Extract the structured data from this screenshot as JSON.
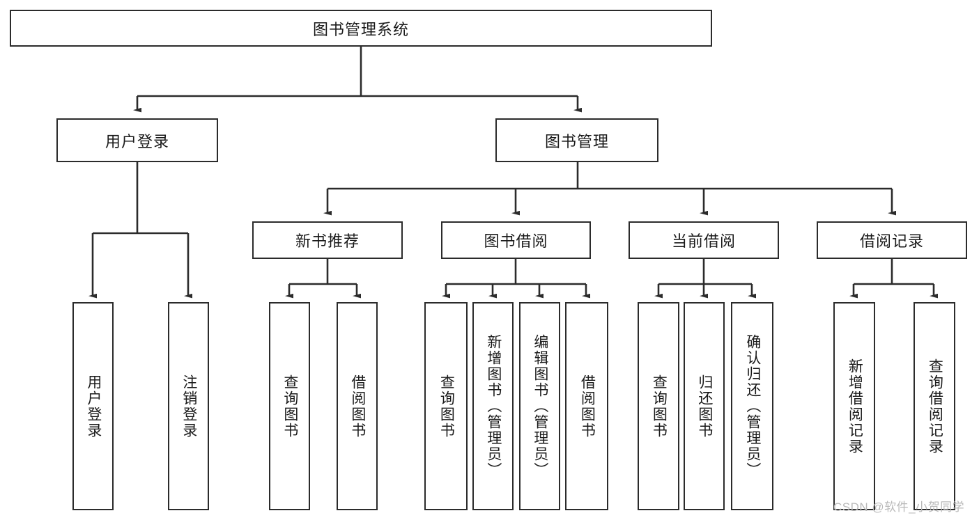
{
  "diagram": {
    "title_node": {
      "label": "图书管理系统"
    },
    "level2": [
      {
        "id": "user-login",
        "label": "用户登录"
      },
      {
        "id": "book-management",
        "label": "图书管理"
      }
    ],
    "level3": [
      {
        "id": "new-book-recommend",
        "label": "新书推荐"
      },
      {
        "id": "book-borrow",
        "label": "图书借阅"
      },
      {
        "id": "current-borrow",
        "label": "当前借阅"
      },
      {
        "id": "borrow-record",
        "label": "借阅记录"
      }
    ],
    "leaves": {
      "user_login": [
        {
          "id": "leaf-user-login",
          "label": "用户登录"
        },
        {
          "id": "leaf-user-logout",
          "label": "注销登录"
        }
      ],
      "new_book_recommend": [
        {
          "id": "leaf-query-book-1",
          "label": "查询图书"
        },
        {
          "id": "leaf-borrow-book-1",
          "label": "借阅图书"
        }
      ],
      "book_borrow": [
        {
          "id": "leaf-query-book-2",
          "label": "查询图书"
        },
        {
          "id": "leaf-add-book",
          "label": "新增图书（管理员）"
        },
        {
          "id": "leaf-edit-book",
          "label": "编辑图书（管理员）"
        },
        {
          "id": "leaf-borrow-book-2",
          "label": "借阅图书"
        }
      ],
      "current_borrow": [
        {
          "id": "leaf-query-book-3",
          "label": "查询图书"
        },
        {
          "id": "leaf-return-book",
          "label": "归还图书"
        },
        {
          "id": "leaf-confirm-return",
          "label": "确认归还（管理员）"
        }
      ],
      "borrow_record": [
        {
          "id": "leaf-add-record",
          "label": "新增借阅记录"
        },
        {
          "id": "leaf-query-record",
          "label": "查询借阅记录"
        }
      ]
    }
  },
  "watermark": {
    "text": "CSDN @软件_小贺同学"
  },
  "colors": {
    "stroke": "#2b2b2b",
    "fill": "#ffffff",
    "text": "#1a1a1a",
    "watermark": "#b9b9b9"
  }
}
